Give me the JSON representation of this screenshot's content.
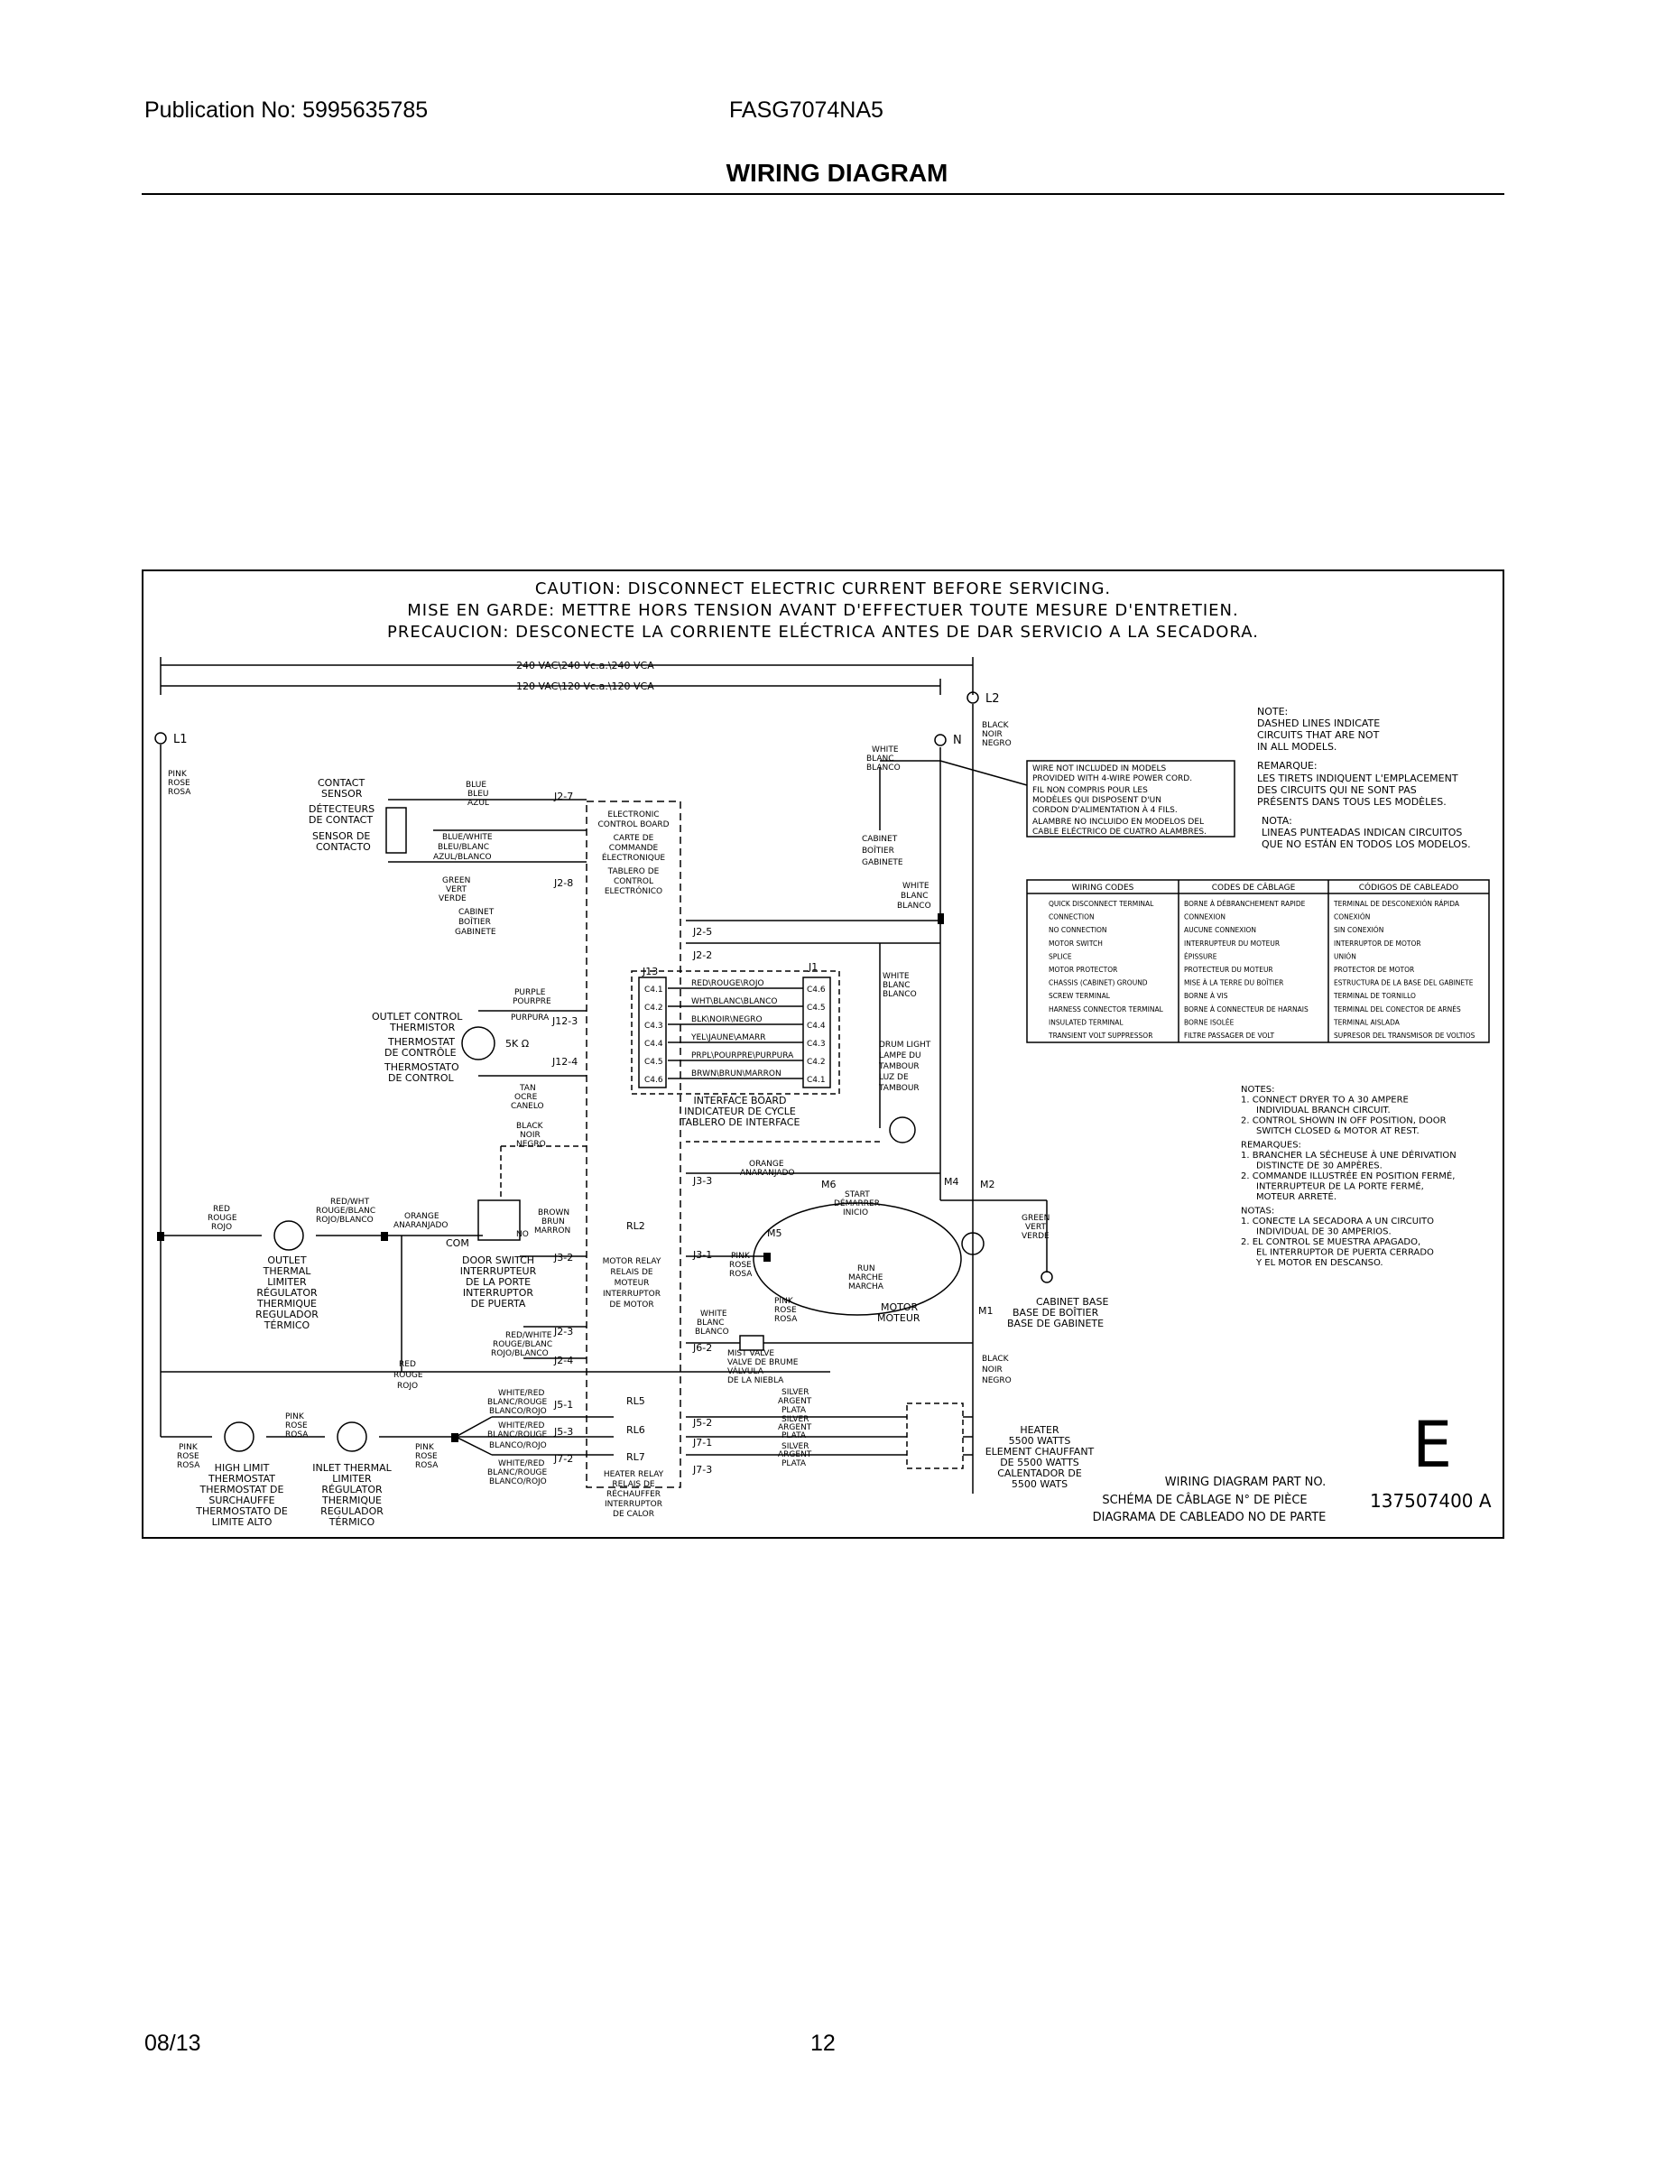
{
  "header": {
    "publication": "Publication No: 5995635785",
    "model": "FASG7074NA5",
    "title": "WIRING DIAGRAM"
  },
  "footer": {
    "date": "08/13",
    "page": "12"
  },
  "diagram": {
    "caution": {
      "en": "CAUTION: DISCONNECT ELECTRIC CURRENT BEFORE SERVICING.",
      "fr": "MISE EN GARDE: METTRE HORS TENSION AVANT D'EFFECTUER TOUTE MESURE D'ENTRETIEN.",
      "es": "PRECAUCION: DESCONECTE LA CORRIENTE ELÉCTRICA ANTES DE DAR SERVICIO A LA SECADORA."
    },
    "voltage_240": "240 VAC\\240 Vc.a.\\240 VCA",
    "voltage_120": "120 VAC\\120 Vc.a.\\120 VCA",
    "l1": "L1",
    "l2": "L2",
    "n": "N",
    "black_l2": [
      "BLACK",
      "NOIR",
      "NEGRO"
    ],
    "white_n": [
      "WHITE",
      "BLANC",
      "BLANCO"
    ],
    "pink_l1": [
      "PINK",
      "ROSE",
      "ROSA"
    ],
    "cabinet_n": [
      "CABINET",
      "BOÎTIER",
      "GABINETE"
    ],
    "wire_note": [
      "WIRE NOT INCLUDED IN MODELS",
      "PROVIDED WITH 4-WIRE POWER CORD.",
      "FIL NON COMPRIS POUR LES",
      "MODÈLES QUI DISPOSENT D'UN",
      "CORDON D'ALIMENTATION À 4 FILS.",
      "ALAMBRE NO INCLUIDO EN MODELOS DEL",
      "CABLE ELÉCTRICO DE CUATRO ALAMBRES."
    ],
    "dashed_note": [
      "NOTE:",
      "DASHED LINES INDICATE",
      "CIRCUITS THAT ARE NOT",
      "IN ALL MODELS.",
      "REMARQUE:",
      "LES TIRETS INDIQUENT L'EMPLACEMENT",
      "DES CIRCUITS QUI NE SONT PAS",
      "PRÉSENTS DANS TOUS LES MODÈLES.",
      "NOTA:",
      "LINEAS PUNTEADAS INDICAN CIRCUITOS",
      "QUE NO ESTÁN EN TODOS LOS MODELOS."
    ],
    "wiring_codes": {
      "headers": [
        "WIRING CODES",
        "CODES DE CÂBLAGE",
        "CÓDIGOS DE CABLEADO"
      ],
      "rows": [
        [
          "QUICK DISCONNECT TERMINAL",
          "BORNE À DÉBRANCHEMENT RAPIDE",
          "TERMINAL DE DESCONEXIÓN RÁPIDA"
        ],
        [
          "CONNECTION",
          "CONNEXION",
          "CONEXIÓN"
        ],
        [
          "NO CONNECTION",
          "AUCUNE CONNEXION",
          "SIN CONEXIÓN"
        ],
        [
          "MOTOR SWITCH",
          "INTERRUPTEUR DU MOTEUR",
          "INTERRUPTOR DE MOTOR"
        ],
        [
          "SPLICE",
          "ÉPISSURE",
          "UNIÓN"
        ],
        [
          "MOTOR PROTECTOR",
          "PROTECTEUR DU MOTEUR",
          "PROTECTOR DE MOTOR"
        ],
        [
          "CHASSIS (CABINET) GROUND",
          "MISE À LA TERRE DU BOÎTIER",
          "ESTRUCTURA DE LA BASE DEL GABINETE"
        ],
        [
          "SCREW TERMINAL",
          "BORNE À VIS",
          "TERMINAL DE TORNILLO"
        ],
        [
          "HARNESS CONNECTOR TERMINAL",
          "BORNE À CONNECTEUR DE HARNAIS",
          "TERMINAL DEL CONECTOR DE ARNÉS"
        ],
        [
          "INSULATED TERMINAL",
          "BORNE ISOLÉE",
          "TERMINAL AISLADA"
        ],
        [
          "TRANSIENT VOLT SUPPRESSOR",
          "FILTRE PASSAGER DE VOLT",
          "SUPRESOR DEL TRANSMISOR DE VOLTIOS"
        ]
      ]
    },
    "notes": [
      "NOTES:",
      "1. CONNECT DRYER TO A 30 AMPERE",
      "INDIVIDUAL BRANCH CIRCUIT.",
      "2. CONTROL SHOWN IN OFF POSITION, DOOR",
      "SWITCH CLOSED & MOTOR AT REST.",
      "REMARQUES:",
      "1. BRANCHER LA SÉCHEUSE À UNE DÉRIVATION",
      "DISTINCTE DE 30 AMPÈRES.",
      "2. COMMANDE ILLUSTRÉE EN POSITION FERMÉ,",
      "INTERRUPTEUR DE LA PORTE FERMÉ,",
      "MOTEUR ARRETÉ.",
      "NOTAS:",
      "1. CONECTE LA SECADORA A UN CIRCUITO",
      "INDIVIDUAL DE 30 AMPERIOS.",
      "2. EL CONTROL SE MUESTRA APAGADO,",
      "EL INTERRUPTOR DE PUERTA CERRADO",
      "Y EL MOTOR EN DESCANSO."
    ],
    "contact_sensor": [
      "CONTACT",
      "SENSOR",
      "DÉTECTEURS",
      "DE CONTACT",
      "SENSOR DE",
      "CONTACTO"
    ],
    "blue": [
      "BLUE",
      "BLEU",
      "AZUL"
    ],
    "blue_white": [
      "BLUE/WHITE",
      "BLEU/BLANC",
      "AZUL/BLANCO"
    ],
    "green_sensor": [
      "GREEN",
      "VERT",
      "VERDE"
    ],
    "cabinet_sensor": [
      "CABINET",
      "BOÎTIER",
      "GABINETE"
    ],
    "j2_7": "J2-7",
    "j2_8": "J2-8",
    "ecb": [
      "ELECTRONIC",
      "CONTROL BOARD",
      "CARTE DE",
      "COMMANDE",
      "ÉLECTRONIQUE",
      "TABLERO DE",
      "CONTROL",
      "ELECTRÓNICO"
    ],
    "white_board": [
      "WHITE",
      "BLANC",
      "BLANCO"
    ],
    "j2_5": "J2-5",
    "j2_2": "J2-2",
    "j13": "J13",
    "j1": "J1",
    "j13_pins": [
      "C4.1",
      "C4.2",
      "C4.3",
      "C4.4",
      "C4.5",
      "C4.6"
    ],
    "j1_pins": [
      "C4.6",
      "C4.5",
      "C4.4",
      "C4.3",
      "C4.2",
      "C4.1"
    ],
    "harness": [
      "RED\\ROUGE\\ROJO",
      "WHT\\BLANC\\BLANCO",
      "BLK\\NOIR\\NEGRO",
      "YEL\\JAUNE\\AMARR",
      "PRPL\\POURPRE\\PURPURA",
      "BRWN\\BRUN\\MARRON"
    ],
    "interface_board": [
      "INTERFACE BOARD",
      "INDICATEUR DE CYCLE",
      "TABLERO DE INTERFACE"
    ],
    "white_lamp": [
      "WHITE",
      "BLANC",
      "BLANCO"
    ],
    "drum_light": [
      "DRUM LIGHT",
      "LAMPE DU",
      "TAMBOUR",
      "LUZ DE",
      "TAMBOUR"
    ],
    "outlet_control": [
      "OUTLET CONTROL",
      "THERMISTOR",
      "THERMOSTAT",
      "DE CONTRÔLE",
      "THERMOSTATO",
      "DE CONTROL"
    ],
    "purple": [
      "PURPLE",
      "POURPRE",
      "PURPURA"
    ],
    "j12_3": "J12-3",
    "j12_4": "J12-4",
    "five_k": "5K Ω",
    "tan": [
      "TAN",
      "OCRE",
      "CANELO"
    ],
    "black_j33": [
      "BLACK",
      "NOIR",
      "NEGRO"
    ],
    "orange_j33": [
      "ORANGE",
      "ANARANJADO"
    ],
    "j3_3": "J3-3",
    "m6": "M6",
    "m4": "M4",
    "m2": "M2",
    "m5": "M5",
    "m1": "M1",
    "start": [
      "START",
      "DÉMARRER",
      "INICIO"
    ],
    "run": [
      "RUN",
      "MARCHE",
      "MARCHA"
    ],
    "motor": [
      "MOTOR",
      "MOTEUR"
    ],
    "green_motor": [
      "GREEN",
      "VERT",
      "VERDE"
    ],
    "cabinet_base": [
      "CABINET BASE",
      "BASE DE BOÎTIER",
      "BASE DE GABINETE"
    ],
    "red_left": [
      "RED",
      "ROUGE",
      "ROJO"
    ],
    "red_wht": [
      "RED/WHT",
      "ROUGE/BLANC",
      "ROJO/BLANCO"
    ],
    "orange_left": [
      "ORANGE",
      "ANARANJADO"
    ],
    "brown": [
      "BROWN",
      "BRUN",
      "MARRON"
    ],
    "no": "NO",
    "com": "COM",
    "j3_2": "J3-2",
    "rl2": "RL2",
    "j3_1": "J3-1",
    "pink_j31": [
      "PINK",
      "ROSE",
      "ROSA"
    ],
    "outlet_limiter": [
      "OUTLET",
      "THERMAL",
      "LIMITER",
      "RÉGULATOR",
      "THERMIQUE",
      "REGULADOR",
      "TÉRMICO"
    ],
    "door_switch": [
      "DOOR SWITCH",
      "INTERRUPTEUR",
      "DE LA PORTE",
      "INTERRUPTOR",
      "DE PUERTA"
    ],
    "motor_relay": [
      "MOTOR RELAY",
      "RELAIS DE",
      "MOTEUR",
      "INTERRUPTOR",
      "DE MOTOR"
    ],
    "pink_motor": [
      "PINK",
      "ROSE",
      "ROSA"
    ],
    "white_mist": [
      "WHITE",
      "BLANC",
      "BLANCO"
    ],
    "j6_2": "J6-2",
    "mist_valve": [
      "MIST VALVE",
      "VALVE DE BRUME",
      "VÁLVULA",
      "DE LA NIEBLA"
    ],
    "j2_3": "J2-3",
    "j2_4": "J2-4",
    "red_white": [
      "RED/WHITE",
      "ROUGE/BLANC",
      "ROJO/BLANCO"
    ],
    "red_mid": [
      "RED",
      "ROUGE",
      "ROJO"
    ],
    "black_m1": [
      "BLACK",
      "NOIR",
      "NEGRO"
    ],
    "j5_1": "J5-1",
    "j5_3": "J5-3",
    "j7_2": "J7-2",
    "j5_2": "J5-2",
    "j7_1": "J7-1",
    "j7_3": "J7-3",
    "rl5": "RL5",
    "rl6": "RL6",
    "rl7": "RL7",
    "white_red_1": [
      "WHITE/RED",
      "BLANC/ROUGE",
      "BLANCO/ROJO"
    ],
    "white_red_2": [
      "WHITE/RED",
      "BLANC/ROUGE",
      "BLANCO/ROJO"
    ],
    "white_red_3": [
      "WHITE/RED",
      "BLANC/ROUGE",
      "BLANCO/ROJO"
    ],
    "silver_1": [
      "SILVER",
      "ARGENT",
      "PLATA"
    ],
    "silver_2": [
      "SILVER",
      "ARGENT",
      "PLATA"
    ],
    "silver_3": [
      "SILVER",
      "ARGENT",
      "PLATA"
    ],
    "heater_relay": [
      "HEATER RELAY",
      "RELAIS DE",
      "RÉCHAUFFER",
      "INTERRUPTOR",
      "DE CALOR"
    ],
    "heater": [
      "HEATER",
      "5500 WATTS",
      "ELEMENT CHAUFFANT",
      "DE 5500 WATTS",
      "CALENTADOR DE",
      "5500 WATS"
    ],
    "pink_hl_top": [
      "PINK",
      "ROSE",
      "ROSA"
    ],
    "pink_hl_left": [
      "PINK",
      "ROSE",
      "ROSA"
    ],
    "pink_inlet": [
      "PINK",
      "ROSE",
      "ROSA"
    ],
    "high_limit": [
      "HIGH LIMIT",
      "THERMOSTAT",
      "THERMOSTAT DE",
      "SURCHAUFFE",
      "THERMOSTATO DE",
      "LIMITE ALTO"
    ],
    "inlet_limiter": [
      "INLET THERMAL",
      "LIMITER",
      "RÉGULATOR",
      "THERMIQUE",
      "REGULADOR",
      "TÉRMICO"
    ],
    "part_no": [
      "WIRING DIAGRAM PART NO.",
      "SCHÉMA DE CÂBLAGE N° DE PIÈCE",
      "DIAGRAMA DE CABLEADO NO DE PARTE"
    ],
    "part_number": "137507400 A",
    "revision": "E"
  }
}
